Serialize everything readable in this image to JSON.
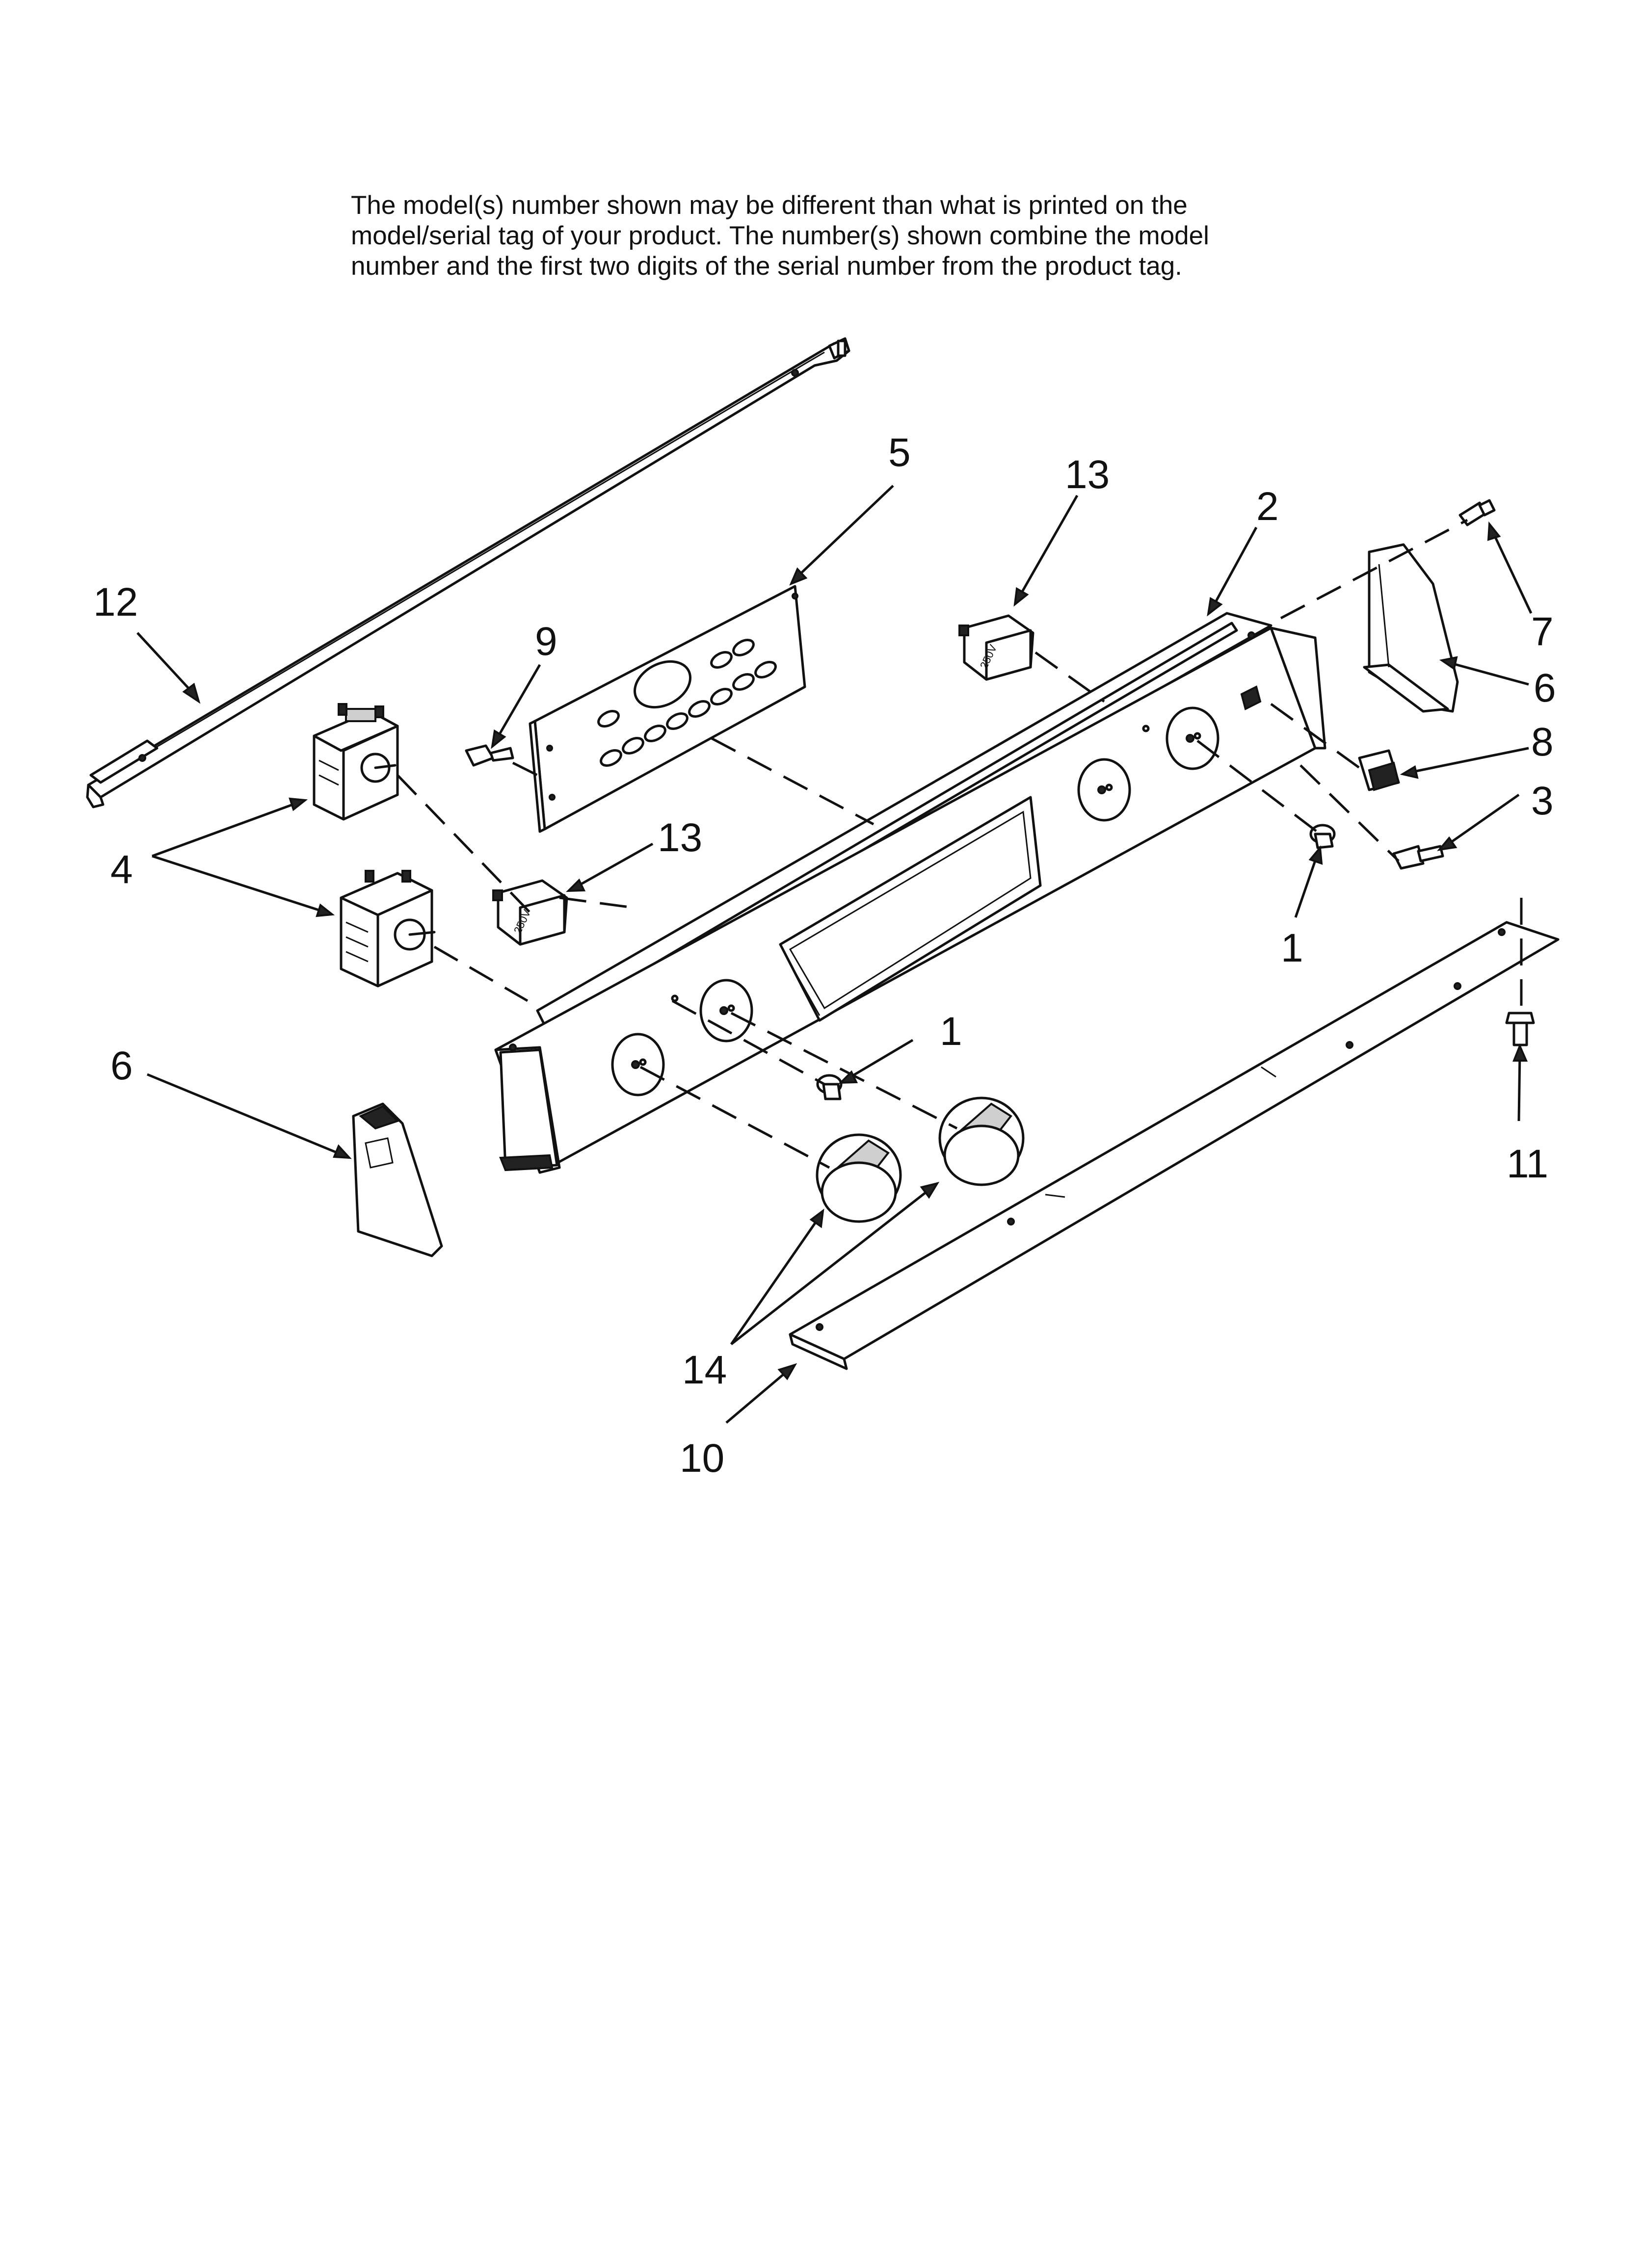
{
  "note": {
    "line1": "The model(s) number shown may be different than what is printed on the",
    "line2": "model/serial tag of your product. The number(s) shown combine the model",
    "line3": "number and the first two digits of the serial number from the product tag."
  },
  "callouts": {
    "c12": "12",
    "c5": "5",
    "c13a": "13",
    "c2": "2",
    "c7": "7",
    "c6a": "6",
    "c8": "8",
    "c9": "9",
    "c4": "4",
    "c13b": "13",
    "c3": "3",
    "c1a": "1",
    "c6b": "6",
    "c1b": "1",
    "c11": "11",
    "c14": "14",
    "c10": "10"
  },
  "switch_rating": "250V"
}
